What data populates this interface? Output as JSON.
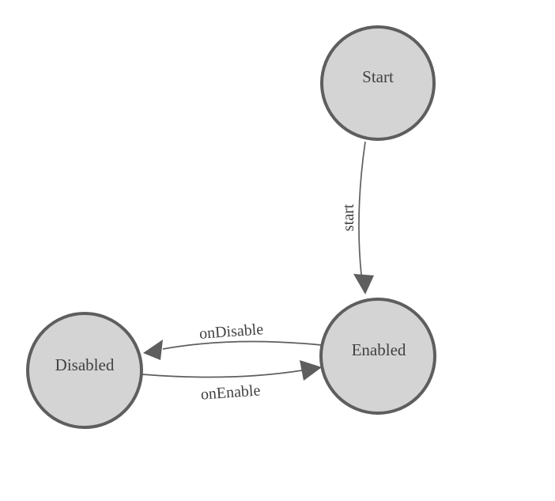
{
  "diagram": {
    "type": "state-machine",
    "nodes": {
      "start": {
        "label": "Start"
      },
      "enabled": {
        "label": "Enabled"
      },
      "disabled": {
        "label": "Disabled"
      }
    },
    "edges": {
      "start_to_enabled": {
        "label": "start",
        "from": "Start",
        "to": "Enabled"
      },
      "enabled_to_disabled": {
        "label": "onDisable",
        "from": "Enabled",
        "to": "Disabled"
      },
      "disabled_to_enabled": {
        "label": "onEnable",
        "from": "Disabled",
        "to": "Enabled"
      }
    },
    "colors": {
      "background": "#ffffff",
      "node_fill": "#d4d4d4",
      "node_stroke": "#5e5e5e",
      "edge_stroke": "#5e5e5e",
      "text": "#414141"
    }
  }
}
